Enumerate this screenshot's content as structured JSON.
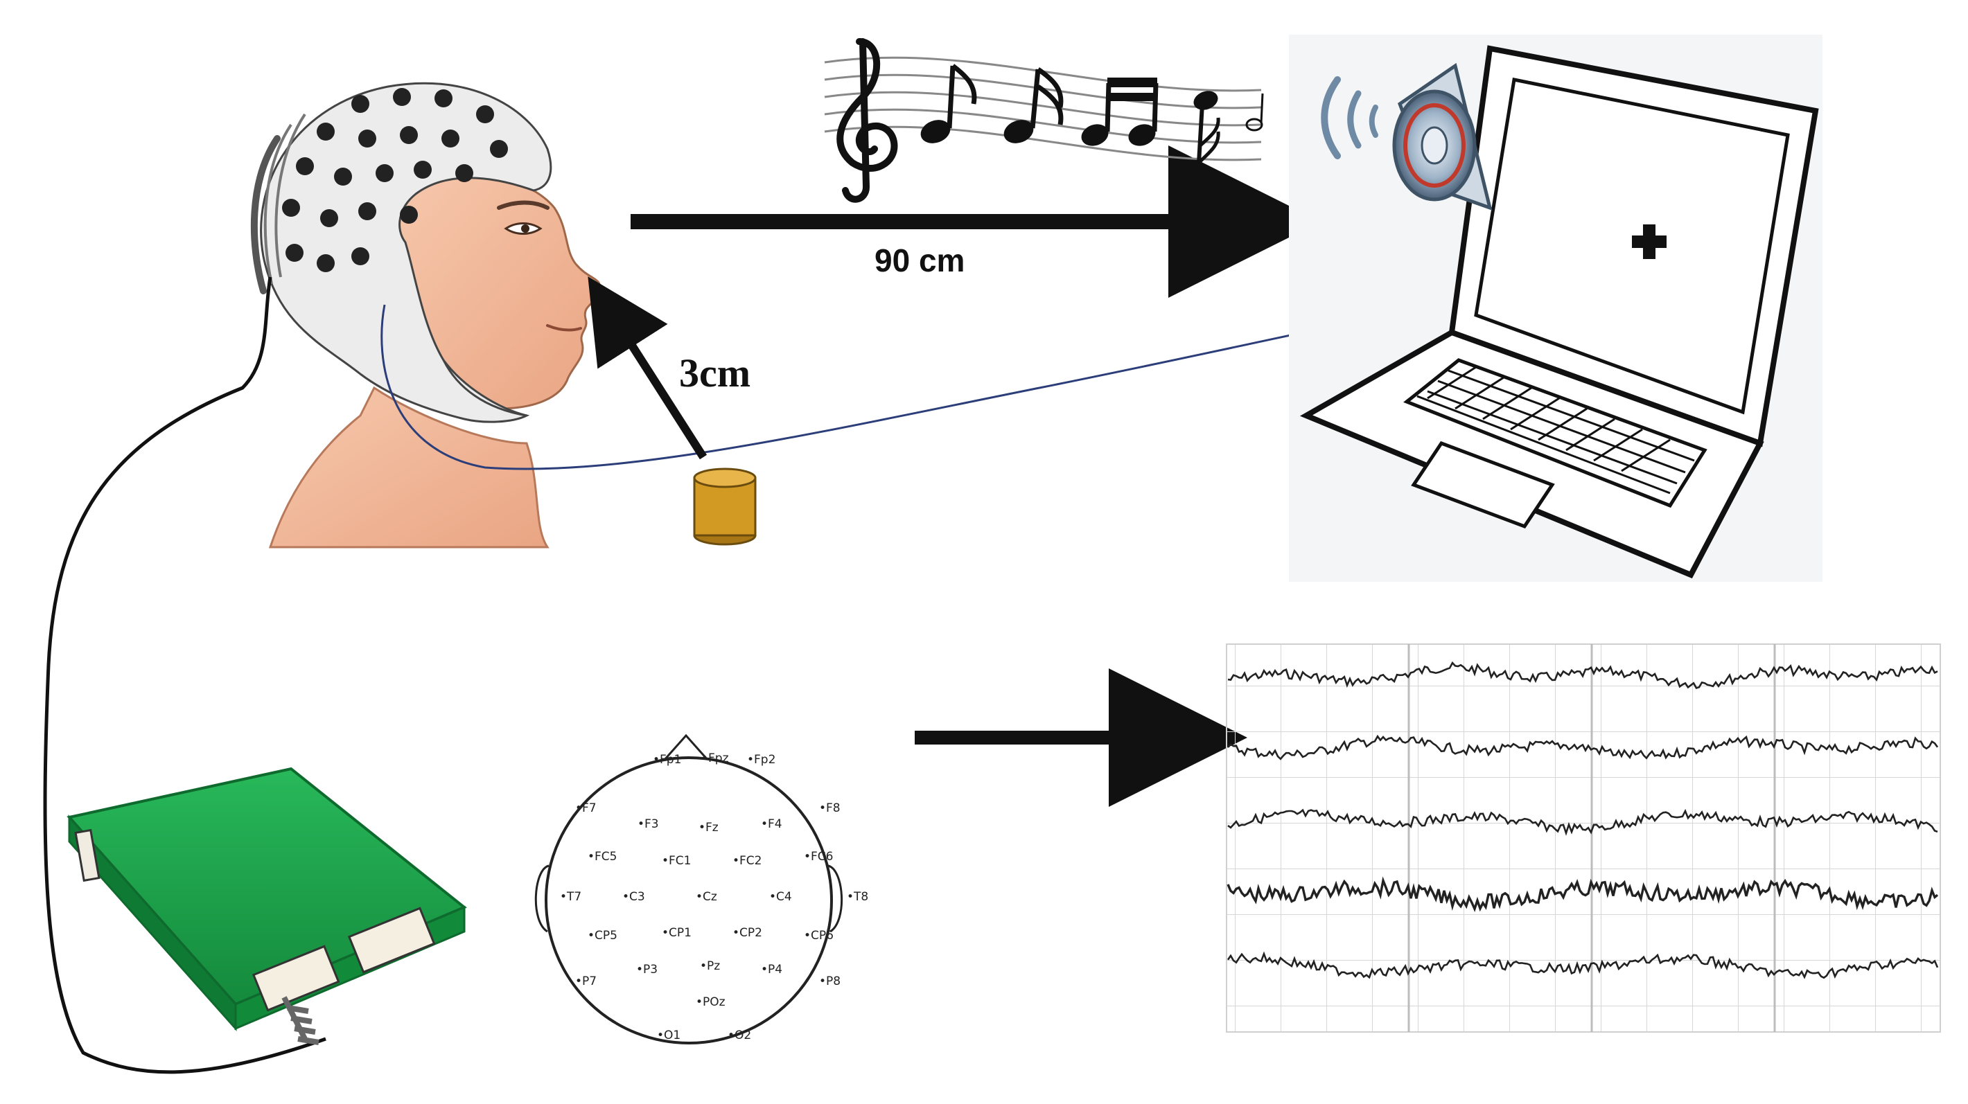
{
  "labels": {
    "speaker_distance": "90 cm",
    "mic_distance": "3cm"
  },
  "icons": {
    "music": "music-notes-icon",
    "speaker": "speaker-icon",
    "fixation": "fixation-cross-icon"
  },
  "colors": {
    "skin": "#f2b89a",
    "cap": "#ececec",
    "electrode": "#222222",
    "amplifier": "#1aa24a",
    "microphone": "#d29a22",
    "cable": "#2c3e7a",
    "arrow": "#111111",
    "grid": "#c8c8c8",
    "eeg_trace": "#222222",
    "speaker_ring": "#c0392b"
  },
  "electrode_montage": [
    {
      "label": "Fp1"
    },
    {
      "label": "Fpz"
    },
    {
      "label": "Fp2"
    },
    {
      "label": "F7"
    },
    {
      "label": "F3"
    },
    {
      "label": "Fz"
    },
    {
      "label": "F4"
    },
    {
      "label": "F8"
    },
    {
      "label": "FC5"
    },
    {
      "label": "FC1"
    },
    {
      "label": "FC2"
    },
    {
      "label": "FC6"
    },
    {
      "label": "T7"
    },
    {
      "label": "C3"
    },
    {
      "label": "Cz"
    },
    {
      "label": "C4"
    },
    {
      "label": "T8"
    },
    {
      "label": "CP5"
    },
    {
      "label": "CP1"
    },
    {
      "label": "CP2"
    },
    {
      "label": "CP6"
    },
    {
      "label": "P7"
    },
    {
      "label": "P3"
    },
    {
      "label": "Pz"
    },
    {
      "label": "P4"
    },
    {
      "label": "P8"
    },
    {
      "label": "POz"
    },
    {
      "label": "O1"
    },
    {
      "label": "O2"
    }
  ],
  "eeg_channels": 5
}
